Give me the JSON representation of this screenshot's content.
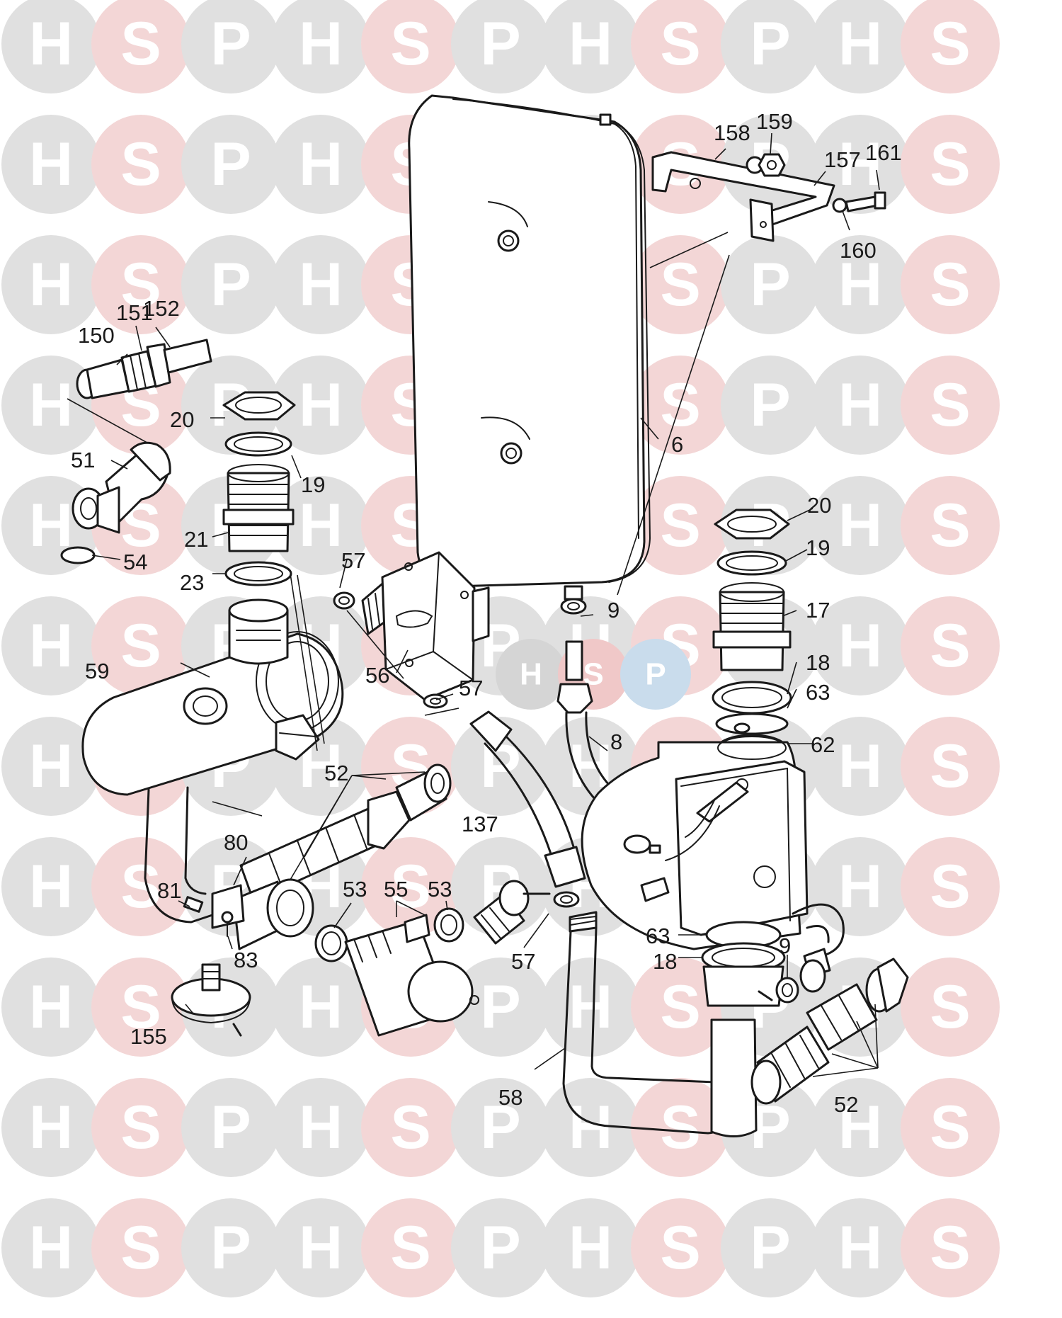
{
  "watermark": {
    "letters": [
      "H",
      "S",
      "P"
    ],
    "colors": {
      "H": "#e0e0e0",
      "S": "#f3d6d6",
      "P": "#e0e0e0"
    },
    "center_badge_colors": [
      "#d5d5d5",
      "#f0c8c8",
      "#c9dcec"
    ]
  },
  "callouts": [
    {
      "id": "6",
      "text": "6"
    },
    {
      "id": "8",
      "text": "8"
    },
    {
      "id": "9a",
      "text": "9"
    },
    {
      "id": "9b",
      "text": "9"
    },
    {
      "id": "17",
      "text": "17"
    },
    {
      "id": "18a",
      "text": "18"
    },
    {
      "id": "18b",
      "text": "18"
    },
    {
      "id": "19a",
      "text": "19"
    },
    {
      "id": "19b",
      "text": "19"
    },
    {
      "id": "20a",
      "text": "20"
    },
    {
      "id": "20b",
      "text": "20"
    },
    {
      "id": "21",
      "text": "21"
    },
    {
      "id": "23",
      "text": "23"
    },
    {
      "id": "51",
      "text": "51"
    },
    {
      "id": "52a",
      "text": "52"
    },
    {
      "id": "52b",
      "text": "52"
    },
    {
      "id": "53a",
      "text": "53"
    },
    {
      "id": "53b",
      "text": "53"
    },
    {
      "id": "54",
      "text": "54"
    },
    {
      "id": "55",
      "text": "55"
    },
    {
      "id": "56",
      "text": "56"
    },
    {
      "id": "57a",
      "text": "57"
    },
    {
      "id": "57b",
      "text": "57"
    },
    {
      "id": "57c",
      "text": "57"
    },
    {
      "id": "58",
      "text": "58"
    },
    {
      "id": "59",
      "text": "59"
    },
    {
      "id": "62",
      "text": "62"
    },
    {
      "id": "63a",
      "text": "63"
    },
    {
      "id": "63b",
      "text": "63"
    },
    {
      "id": "80",
      "text": "80"
    },
    {
      "id": "81",
      "text": "81"
    },
    {
      "id": "83",
      "text": "83"
    },
    {
      "id": "137",
      "text": "137"
    },
    {
      "id": "150",
      "text": "150"
    },
    {
      "id": "151",
      "text": "151"
    },
    {
      "id": "152",
      "text": "152"
    },
    {
      "id": "155",
      "text": "155"
    },
    {
      "id": "157",
      "text": "157"
    },
    {
      "id": "158",
      "text": "158"
    },
    {
      "id": "159",
      "text": "159"
    },
    {
      "id": "160",
      "text": "160"
    },
    {
      "id": "161",
      "text": "161"
    }
  ]
}
